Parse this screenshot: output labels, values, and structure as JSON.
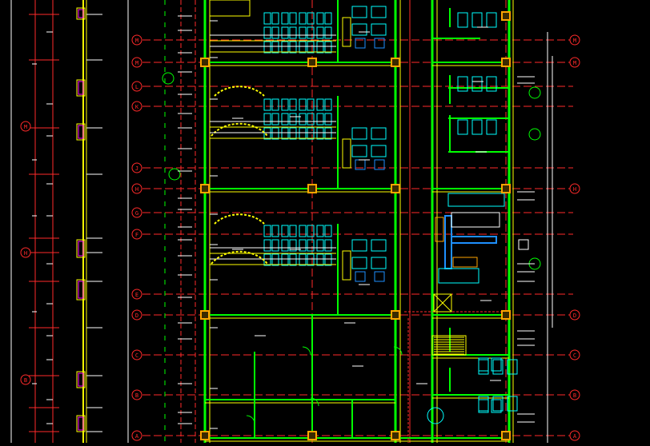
{
  "drawing": {
    "background": "#000000",
    "colors": {
      "wall": "#ffff00",
      "wall_green": "#00ff00",
      "axis": "#ff2a2a",
      "dim": "#ffffff",
      "cyan": "#00ffff",
      "blue": "#1e90ff",
      "column": "#ffa500",
      "magenta": "#ff00ff"
    },
    "grid_bubbles_left": [
      "M",
      "M",
      "L",
      "K",
      "J",
      "H",
      "G",
      "F",
      "E",
      "D",
      "C",
      "B",
      "A"
    ],
    "grid_bubbles_right": [
      "M",
      "M",
      "H",
      "D",
      "C",
      "B",
      "A"
    ],
    "grid_bubbles_strip": [
      "M",
      "H",
      "B"
    ]
  }
}
